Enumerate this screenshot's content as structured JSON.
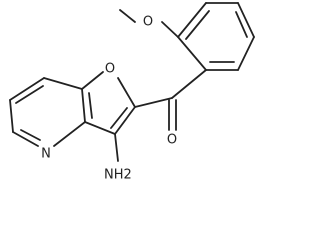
{
  "atoms": {
    "methoxy": "O",
    "furan_oxygen": "O",
    "carbonyl_oxygen": "O",
    "pyridine_nitrogen": "N",
    "amine_group": "NH2"
  },
  "colors": {
    "ink": "#222222",
    "background": "#ffffff"
  }
}
